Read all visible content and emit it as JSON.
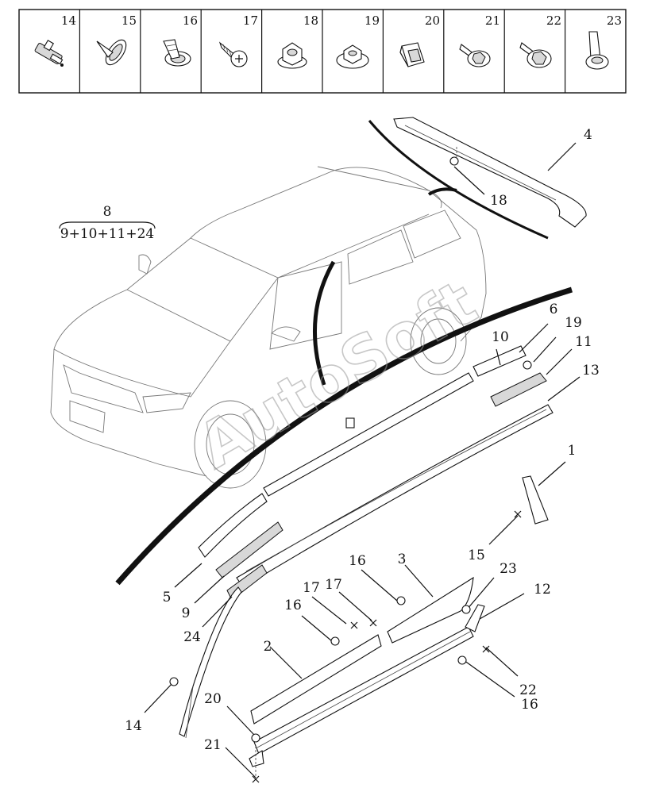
{
  "fastener_table": {
    "cells": [
      {
        "num": "14",
        "icon": "clip-fastener-icon"
      },
      {
        "num": "15",
        "icon": "push-rivet-icon"
      },
      {
        "num": "16",
        "icon": "fir-tree-clip-icon"
      },
      {
        "num": "17",
        "icon": "tapping-screw-icon"
      },
      {
        "num": "18",
        "icon": "hex-flange-nut-icon"
      },
      {
        "num": "19",
        "icon": "flange-nut-icon"
      },
      {
        "num": "20",
        "icon": "clip-nut-icon"
      },
      {
        "num": "21",
        "icon": "washer-screw-icon"
      },
      {
        "num": "22",
        "icon": "washer-screw-icon"
      },
      {
        "num": "23",
        "icon": "plastic-rivet-icon"
      }
    ]
  },
  "assembly_label": {
    "num": "8",
    "components": "9+10+11+24"
  },
  "callouts": {
    "c1": "1",
    "c2": "2",
    "c3": "3",
    "c4": "4",
    "c5": "5",
    "c6": "6",
    "c9": "9",
    "c10": "10",
    "c11": "11",
    "c12": "12",
    "c13": "13",
    "c14": "14",
    "c15": "15",
    "c16a": "16",
    "c16b": "16",
    "c16c": "16",
    "c17a": "17",
    "c17b": "17",
    "c18": "18",
    "c19": "19",
    "c20": "20",
    "c21": "21",
    "c22": "22",
    "c23": "23",
    "c24": "24"
  },
  "watermark": "AutoSoft",
  "colors": {
    "line": "#111111",
    "car_outline": "#777777",
    "watermark": "#9a9a9a"
  }
}
